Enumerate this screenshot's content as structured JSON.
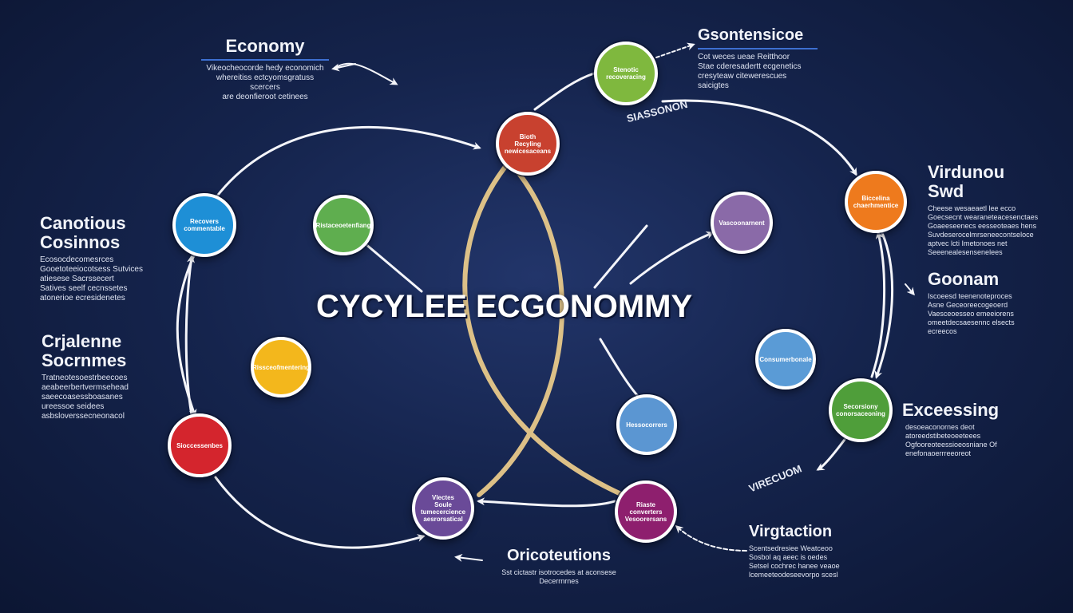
{
  "title": "CYCYLEE ECGONOMMY",
  "colors": {
    "background": "#15244d",
    "ring_outer": "#f4f5fa",
    "ring_inner": "#e8c98a",
    "node_border": "#ffffff"
  },
  "nodes": [
    {
      "id": "top-green",
      "color": "#7fb83e",
      "text": "Stenotic\nrecoveracing"
    },
    {
      "id": "top-red",
      "color": "#c8412f",
      "text": "Bioth\nRecyling\nnewicesaceans"
    },
    {
      "id": "left-blue",
      "color": "#1e8fd6",
      "text": "Recovers\ncommentable"
    },
    {
      "id": "inner-green",
      "color": "#5fae4f",
      "text": "Ristaceoetenfiang"
    },
    {
      "id": "inner-purple",
      "color": "#8a6aa8",
      "text": "Vascoonarnent"
    },
    {
      "id": "right-orange",
      "color": "#ee7a1d",
      "text": "Biccelina\nchaerhmentice"
    },
    {
      "id": "inner-yellow",
      "color": "#f3b71c",
      "text": "Rissceofmentering"
    },
    {
      "id": "inner-lightblue",
      "color": "#5a9bd6",
      "text": "Consumerbonale"
    },
    {
      "id": "left-red",
      "color": "#d4252d",
      "text": "Sioccessenbes"
    },
    {
      "id": "inner-lightblue2",
      "color": "#5b96d2",
      "text": "Hessocorrers"
    },
    {
      "id": "right-green",
      "color": "#4f9e3a",
      "text": "Secorsiony\nconorsaceoning"
    },
    {
      "id": "bottom-purple",
      "color": "#6a4a98",
      "text": "Vlectes\nSoule\ntumecercience\naesrorsatical"
    },
    {
      "id": "bottom-magenta",
      "color": "#8e1f6e",
      "text": "Riaste\nconverters\nVesoorersans"
    }
  ],
  "labels": {
    "economy": {
      "heading": "Economy",
      "body": "Vikeocheocorde hedy economich\nwhereitiss ectcyomsgratuss scercers\nare deonfieroot cetinees"
    },
    "gsontensicoe": {
      "heading": "Gsontensicoe",
      "body": "Cot weces ueae Reitthoor\nStae cderesadertt ecgenetics\ncresyteaw citewerescues\nsaicigtes"
    },
    "canotious": {
      "heading": "Canotious\nCosinnos",
      "body": "Ecosocdecomesrces\nGooetoteeiocotsess Sutvices\natiesese Sacrssecert\nSatives seelf cecnssetes\natonerioe ecresidenetes"
    },
    "crjalenne": {
      "heading": "Crjalenne\nSocrnmes",
      "body": "Tratneotesoestrbeecoes\naeabeerbertvermsehead\nsaeecoasessboasanes\nureessoe seidees\nasbsloverssecneonacol"
    },
    "virdunou": {
      "heading": "Virdunou\nSwd",
      "body": "Cheese wesaeaetl lee ecco\nGoecsecnt wearaneteacesenctaes\nGoaeeseenecs eesseoteaes hens\nSuvdeserocelmrseneecontseloce\naptvec lcti Imetonoes net\nSeeenealesensenelees"
    },
    "goonam": {
      "heading": "Goonam",
      "body": "Iscoeesd teenenoteproces\nAsne Geceoreecogeoerd\nVaesceoesseo emeeiorens\nomeetdecsaesennc elsects\necreecos"
    },
    "exceessing": {
      "heading": "Exceessing",
      "body": "desoeaconornes deot\natoreedstibeteoeeteees\nOgfooreoteessioeosniane Of\nenefonaoerrreeoreot"
    },
    "virgtaction": {
      "heading": "Virgtaction",
      "body": "Scentsedresiee Weatceoo\nSosbol aq aeec is oedes\nSetsel cochrec hanee veaoe\nlcemeeteodeseevorpo scesl"
    },
    "oricoteutions": {
      "heading": "Oricoteutions",
      "body": "Sst cictastr isotrocedes at aconsese\nDecerrnrnes"
    }
  },
  "tags": {
    "siassonon": "SIASSONON",
    "virecuom": "VIRECUOM"
  }
}
